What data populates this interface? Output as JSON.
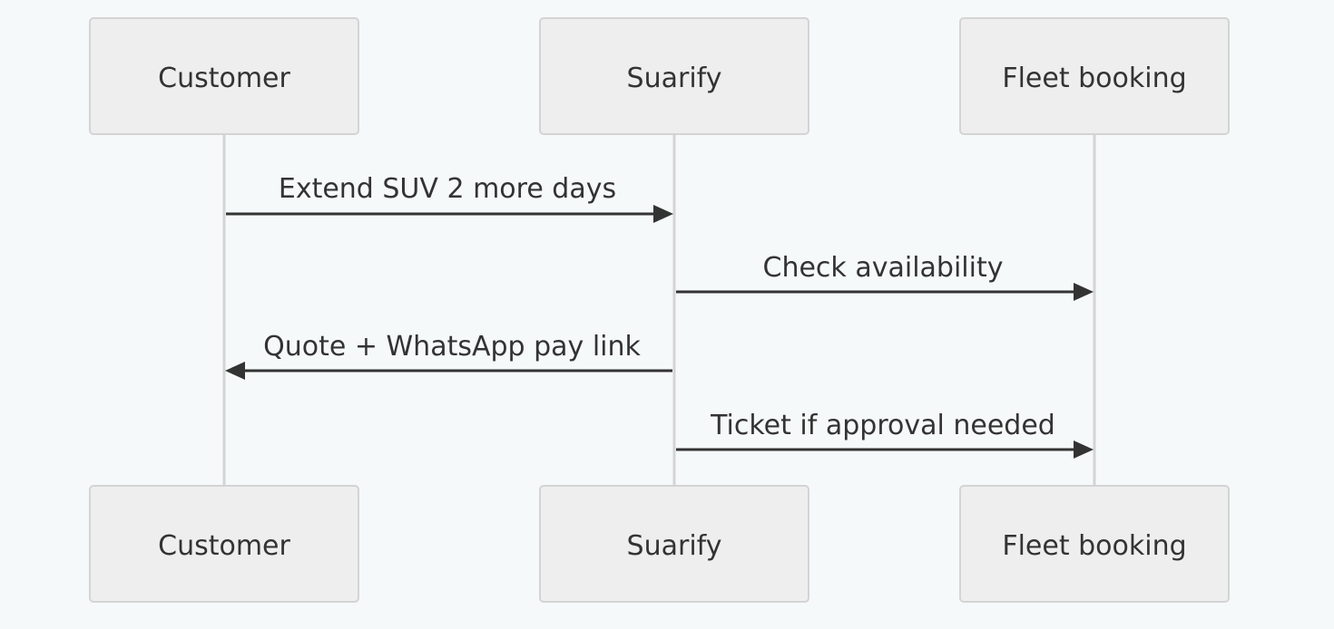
{
  "participants": [
    {
      "label": "Customer"
    },
    {
      "label": "Suarify"
    },
    {
      "label": "Fleet booking"
    }
  ],
  "messages": [
    {
      "label": "Extend SUV 2 more days",
      "from": 0,
      "to": 1
    },
    {
      "label": "Check availability",
      "from": 1,
      "to": 2
    },
    {
      "label": "Quote + WhatsApp pay link",
      "from": 1,
      "to": 0
    },
    {
      "label": "Ticket if approval needed",
      "from": 1,
      "to": 2
    }
  ],
  "colors": {
    "background": "#f6f9fa",
    "actor_fill": "#eeeeee",
    "actor_stroke": "#d4d4d4",
    "lifeline": "#d4d4d4",
    "message": "#333333",
    "text": "#333333"
  }
}
